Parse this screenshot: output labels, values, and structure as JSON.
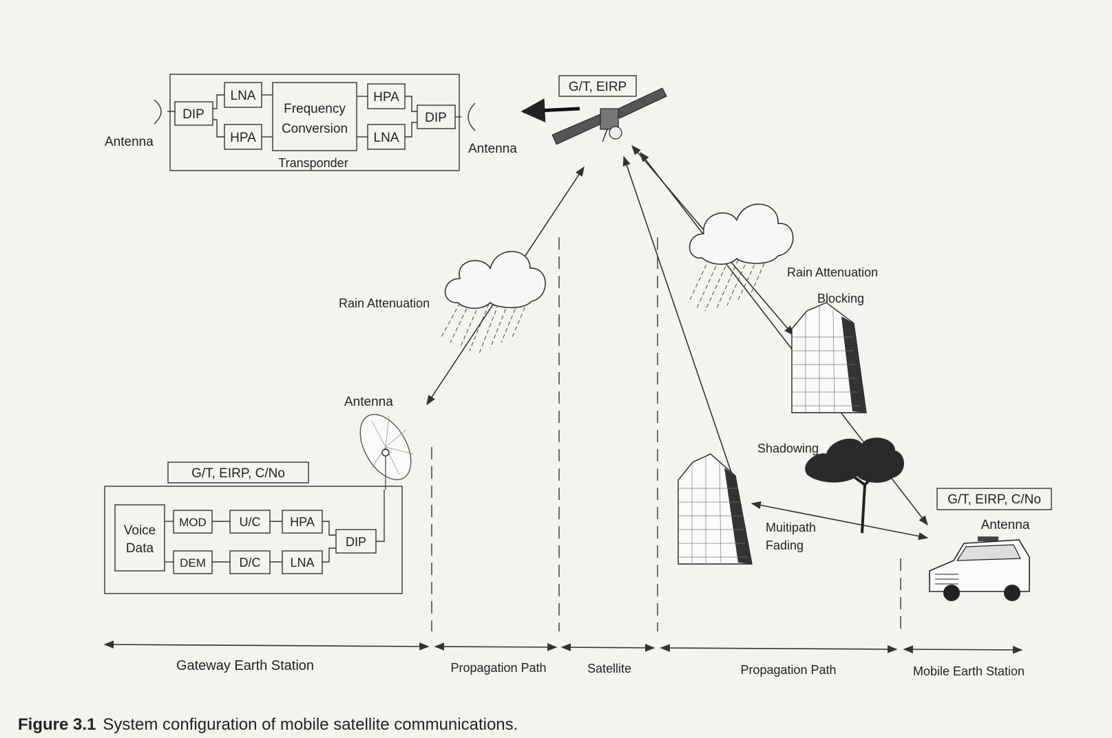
{
  "transponder": {
    "antenna_left": "Antenna",
    "antenna_right": "Antenna",
    "dip_left": "DIP",
    "dip_right": "DIP",
    "lna_top": "LNA",
    "hpa_bottom": "HPA",
    "freq_conv_line1": "Frequency",
    "freq_conv_line2": "Conversion",
    "hpa_top": "HPA",
    "lna_bottom": "LNA",
    "label": "Transponder"
  },
  "satellite": {
    "label": "G/T, EIRP"
  },
  "gateway": {
    "antenna": "Antenna",
    "params": "G/T, EIRP, C/No",
    "voice": "Voice",
    "data": "Data",
    "mod": "MOD",
    "uc": "U/C",
    "hpa": "HPA",
    "dem": "DEM",
    "dc": "D/C",
    "lna": "LNA",
    "dip": "DIP"
  },
  "effects": {
    "rain_left": "Rain Attenuation",
    "rain_right": "Rain Attenuation",
    "blocking": "Blocking",
    "shadowing": "Shadowing",
    "multipath1": "Muitipath",
    "multipath2": "Fading"
  },
  "mobile": {
    "params": "G/T, EIRP, C/No",
    "antenna": "Antenna"
  },
  "segments": {
    "gateway": "Gateway  Earth  Station",
    "prop1": "Propagation Path",
    "satellite": "Satellite",
    "prop2": "Propagation Path",
    "mobile": "Mobile Earth Station"
  },
  "caption": {
    "number": "Figure 3.1",
    "text": "System configuration of mobile satellite communications."
  }
}
